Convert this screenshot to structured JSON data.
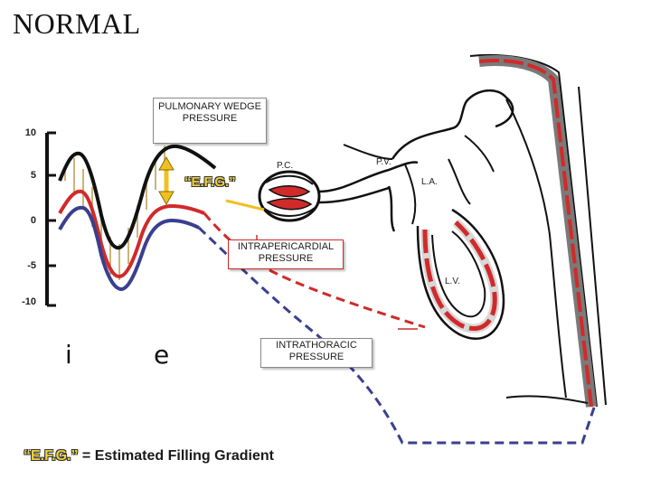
{
  "title": "NORMAL",
  "y_axis": {
    "ticks": [
      "10",
      "5",
      "0",
      "-5",
      "-10"
    ]
  },
  "phases": {
    "inspiration": "i",
    "expiration": "e"
  },
  "labels": {
    "pulmonary_wedge_pressure": "PULMONARY WEDGE PRESSURE",
    "efg": "“E.F.G.”",
    "intrapericardial_pressure": "INTRAPERICARDIAL PRESSURE",
    "intrathoracic_pressure": "INTRATHORACIC PRESSURE",
    "pc": "P.C.",
    "pv": "P.V.",
    "la": "L.A.",
    "lv": "L.V."
  },
  "legend": {
    "abbr": "“E.F.G.”",
    "definition": " = Estimated Filling Gradient"
  },
  "colors": {
    "wedge_pressure": "#111111",
    "intrapericardial_pressure": "#d12a2a",
    "intrathoracic_pressure": "#3a3f8f",
    "efg_arrow": "#f0c020",
    "gradient_hatch": "#b89a4a"
  }
}
